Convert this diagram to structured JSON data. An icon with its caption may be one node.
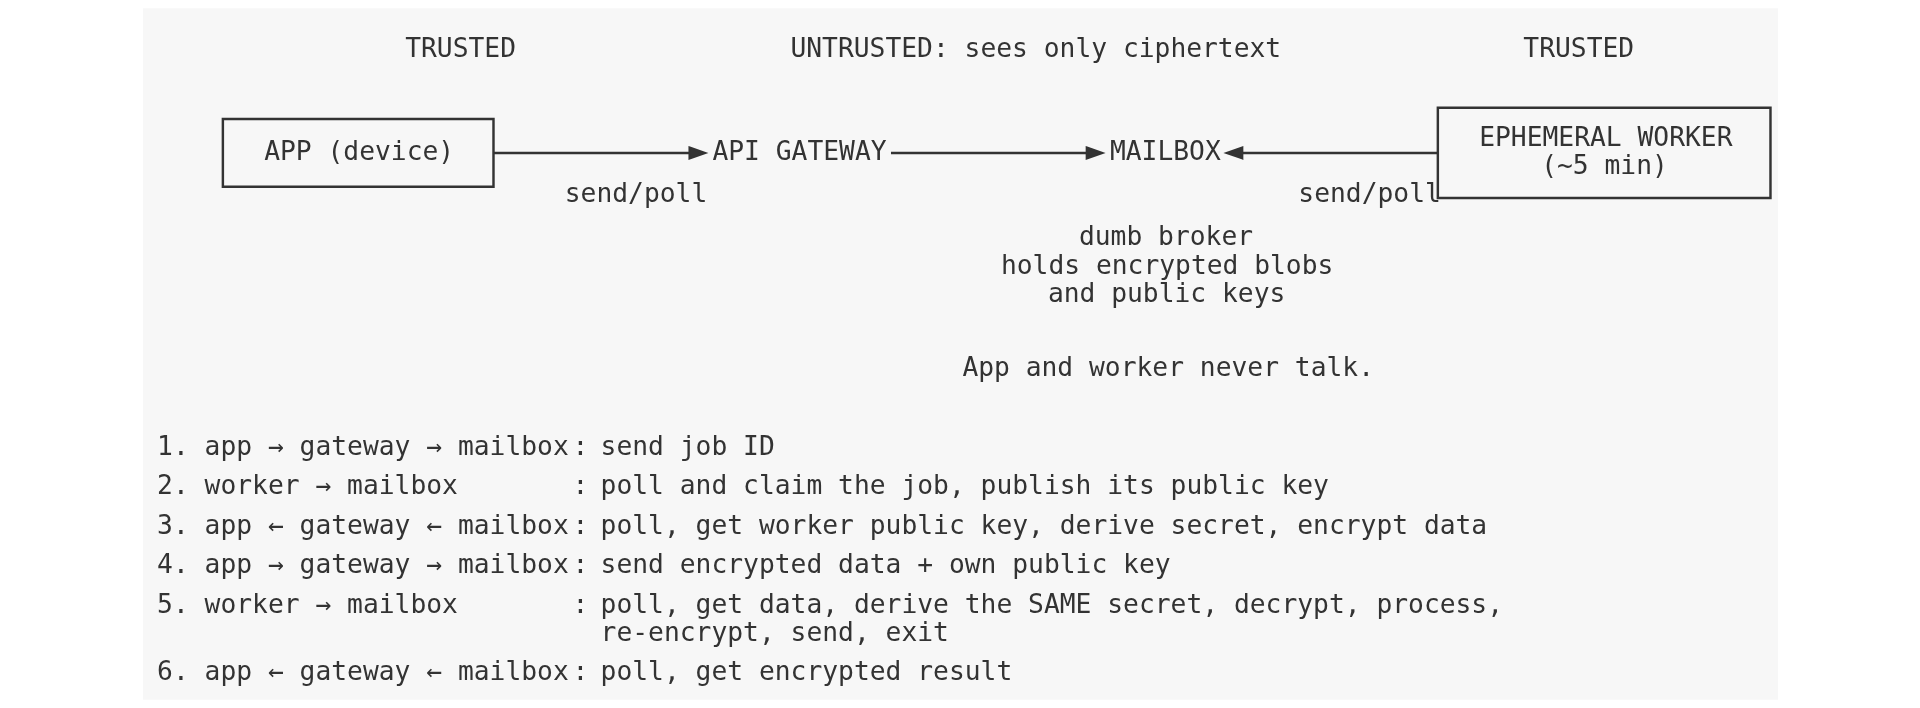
{
  "diagram": {
    "nodes": [
      {
        "text": [
          "APP (device)"
        ]
      },
      {
        "text": [
          "API GATEWAY"
        ]
      },
      {
        "text": [
          "MAILBOX"
        ],
        "beside": [
          "dumb broker",
          "holds encrypted blobs and public keys"
        ]
      },
      {
        "text": [
          "EPHEMERAL WORKER",
          "(~5 min)"
        ]
      }
    ],
    "edges": [
      {
        "from": 0,
        "to": 1,
        "arrow": "to",
        "label": "send/poll"
      },
      {
        "from": 1,
        "to": 2,
        "arrow": "to"
      },
      {
        "from": 3,
        "to": 2,
        "arrow": "to",
        "label": "send/poll"
      }
    ],
    "labels": [
      "TRUSTED",
      "UNTRUSTED: sees only ciphertext",
      "TRUSTED",
      "App and worker never talk.",
      "1. app → gateway → mailbox",
      ":",
      "send job ID",
      "2. worker → mailbox",
      ":",
      "poll and claim the job, publish its public key",
      "3. app ← gateway ← mailbox",
      ":",
      "poll, get worker public key, derive secret, encrypt data",
      "4. app → gateway → mailbox",
      ":",
      "send encrypted data + own public key",
      "5. worker → mailbox",
      ":",
      "poll, get data, derive the SAME secret, decrypt, process, re-encrypt, send, exit",
      "6. app ← gateway ← mailbox",
      ":",
      "poll, get encrypted result"
    ]
  }
}
